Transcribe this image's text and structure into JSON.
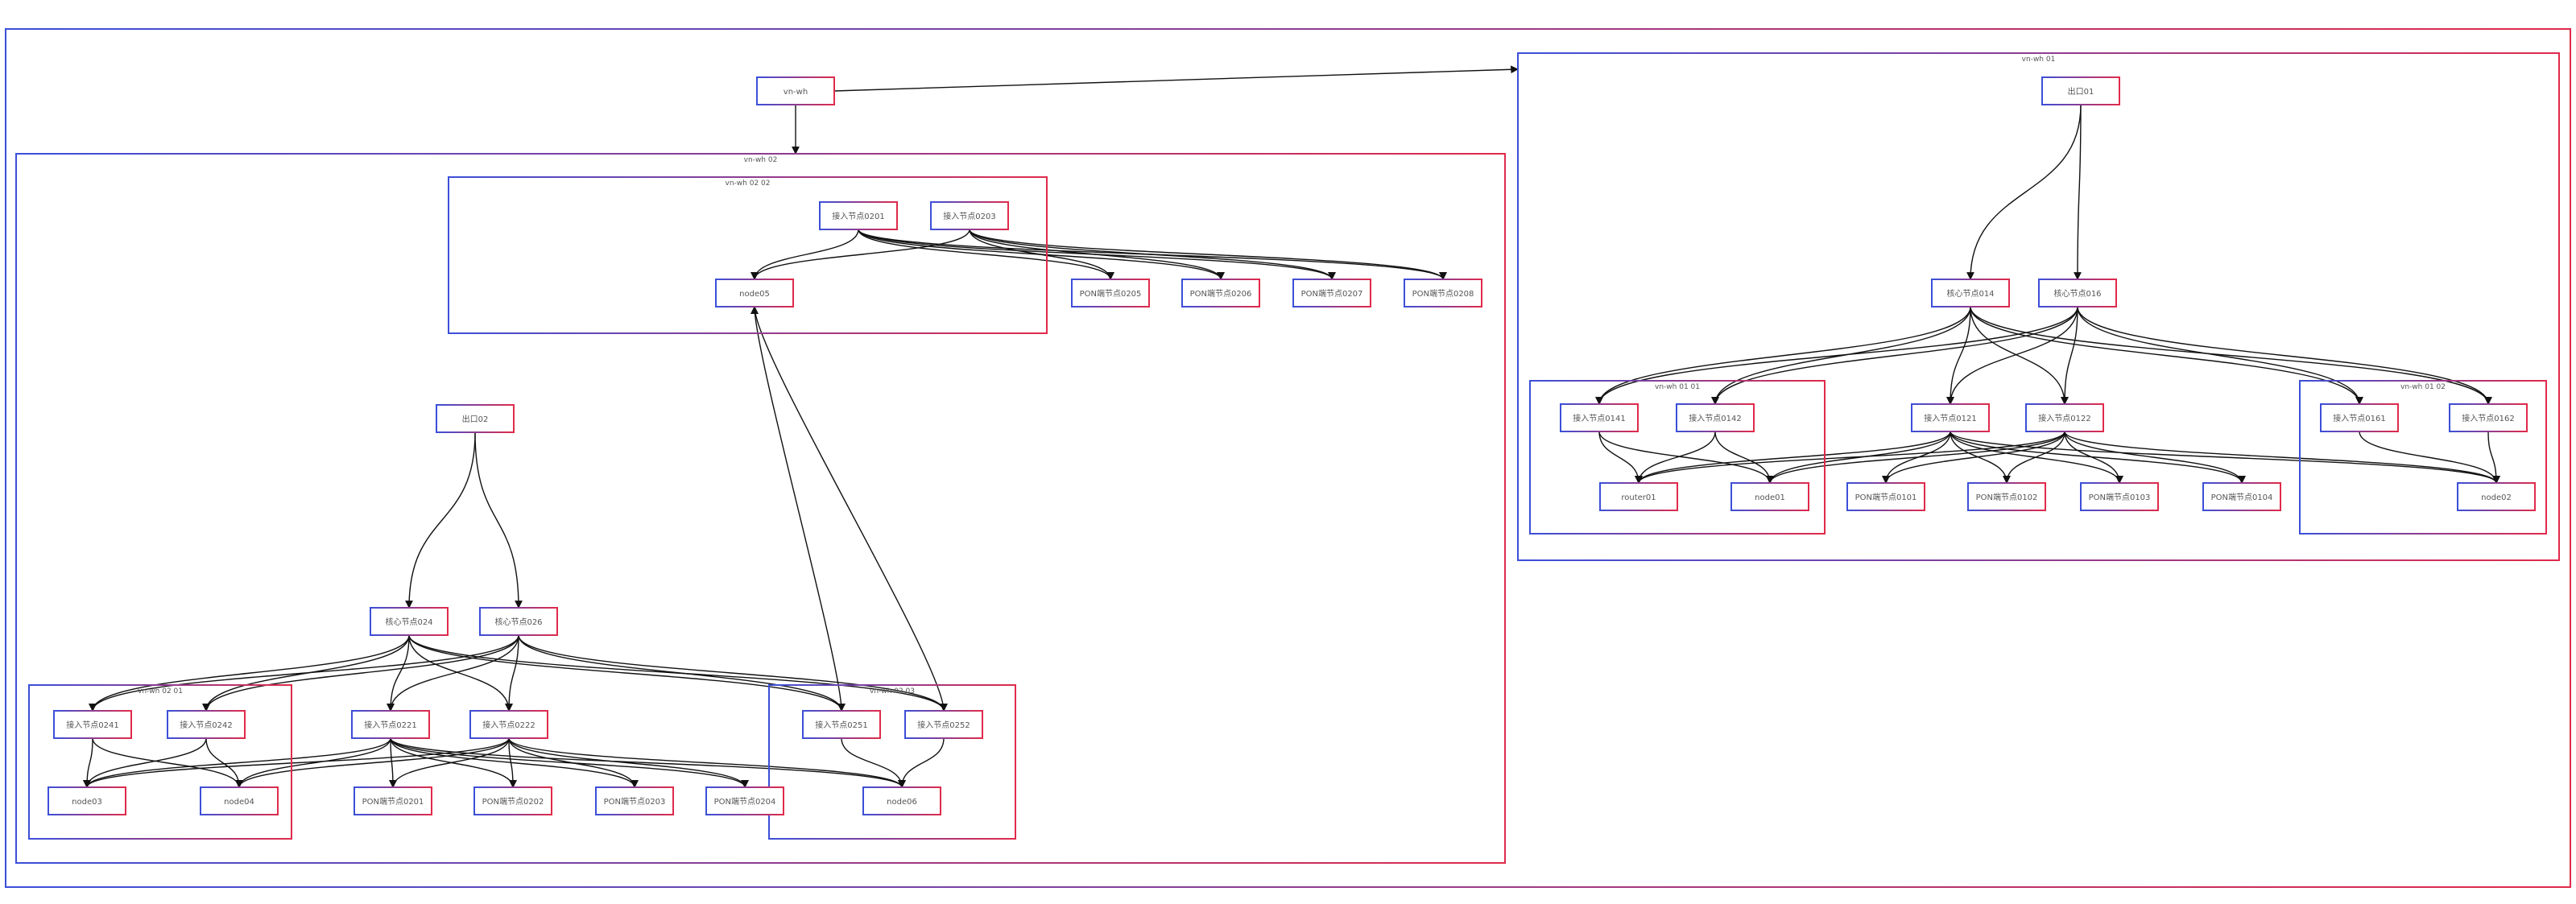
{
  "clusters": {
    "root": {
      "label": ""
    },
    "c01": {
      "label": "vn-wh 01"
    },
    "c01_01": {
      "label": "vn-wh 01 01"
    },
    "c01_02": {
      "label": "vn-wh 01 02"
    },
    "c02": {
      "label": "vn-wh 02"
    },
    "c02_02": {
      "label": "vn-wh 02 02"
    },
    "c02_01": {
      "label": "vn-wh 02 01"
    },
    "c02_03": {
      "label": "vn-wh 02 03"
    }
  },
  "nodes": {
    "vnwh": "vn-wh",
    "out01": "出口01",
    "core014": "核心节点014",
    "core016": "核心节点016",
    "acc0141": "接入节点0141",
    "acc0142": "接入节点0142",
    "acc0121": "接入节点0121",
    "acc0122": "接入节点0122",
    "acc0161": "接入节点0161",
    "acc0162": "接入节点0162",
    "router01": "router01",
    "node01": "node01",
    "pon0101": "PON端节点0101",
    "pon0102": "PON端节点0102",
    "pon0103": "PON端节点0103",
    "pon0104": "PON端节点0104",
    "node02": "node02",
    "acc0201": "接入节点0201",
    "acc0203": "接入节点0203",
    "node05": "node05",
    "pon0205": "PON端节点0205",
    "pon0206": "PON端节点0206",
    "pon0207": "PON端节点0207",
    "pon0208": "PON端节点0208",
    "out02": "出口02",
    "core024": "核心节点024",
    "core026": "核心节点026",
    "acc0241": "接入节点0241",
    "acc0242": "接入节点0242",
    "acc0221": "接入节点0221",
    "acc0222": "接入节点0222",
    "acc0251": "接入节点0251",
    "acc0252": "接入节点0252",
    "node03": "node03",
    "node04": "node04",
    "pon0201": "PON端节点0201",
    "pon0202": "PON端节点0202",
    "pon0203": "PON端节点0203",
    "pon0204": "PON端节点0204",
    "node06": "node06"
  },
  "edges": [
    [
      "vnwh",
      "c02"
    ],
    [
      "vnwh",
      "c01"
    ],
    [
      "out01",
      "core014"
    ],
    [
      "out01",
      "core016"
    ],
    [
      "core014",
      "acc0141"
    ],
    [
      "core014",
      "acc0142"
    ],
    [
      "core014",
      "acc0121"
    ],
    [
      "core014",
      "acc0122"
    ],
    [
      "core014",
      "acc0161"
    ],
    [
      "core014",
      "acc0162"
    ],
    [
      "core016",
      "acc0141"
    ],
    [
      "core016",
      "acc0142"
    ],
    [
      "core016",
      "acc0121"
    ],
    [
      "core016",
      "acc0122"
    ],
    [
      "core016",
      "acc0161"
    ],
    [
      "core016",
      "acc0162"
    ],
    [
      "acc0141",
      "router01"
    ],
    [
      "acc0141",
      "node01"
    ],
    [
      "acc0142",
      "router01"
    ],
    [
      "acc0142",
      "node01"
    ],
    [
      "acc0121",
      "router01"
    ],
    [
      "acc0121",
      "node01"
    ],
    [
      "acc0121",
      "pon0101"
    ],
    [
      "acc0121",
      "pon0102"
    ],
    [
      "acc0121",
      "pon0103"
    ],
    [
      "acc0121",
      "pon0104"
    ],
    [
      "acc0121",
      "node02"
    ],
    [
      "acc0122",
      "router01"
    ],
    [
      "acc0122",
      "node01"
    ],
    [
      "acc0122",
      "pon0101"
    ],
    [
      "acc0122",
      "pon0102"
    ],
    [
      "acc0122",
      "pon0103"
    ],
    [
      "acc0122",
      "pon0104"
    ],
    [
      "acc0122",
      "node02"
    ],
    [
      "acc0161",
      "node02"
    ],
    [
      "acc0162",
      "node02"
    ],
    [
      "acc0201",
      "node05"
    ],
    [
      "acc0201",
      "pon0205"
    ],
    [
      "acc0201",
      "pon0206"
    ],
    [
      "acc0201",
      "pon0207"
    ],
    [
      "acc0201",
      "pon0208"
    ],
    [
      "acc0203",
      "node05"
    ],
    [
      "acc0203",
      "pon0205"
    ],
    [
      "acc0203",
      "pon0206"
    ],
    [
      "acc0203",
      "pon0207"
    ],
    [
      "acc0203",
      "pon0208"
    ],
    [
      "out02",
      "core024"
    ],
    [
      "out02",
      "core026"
    ],
    [
      "core024",
      "acc0241"
    ],
    [
      "core024",
      "acc0242"
    ],
    [
      "core024",
      "acc0221"
    ],
    [
      "core024",
      "acc0222"
    ],
    [
      "core024",
      "acc0251"
    ],
    [
      "core024",
      "acc0252"
    ],
    [
      "core026",
      "acc0241"
    ],
    [
      "core026",
      "acc0242"
    ],
    [
      "core026",
      "acc0221"
    ],
    [
      "core026",
      "acc0222"
    ],
    [
      "core026",
      "acc0251"
    ],
    [
      "core026",
      "acc0252"
    ],
    [
      "acc0241",
      "node03"
    ],
    [
      "acc0241",
      "node04"
    ],
    [
      "acc0242",
      "node03"
    ],
    [
      "acc0242",
      "node04"
    ],
    [
      "acc0221",
      "node03"
    ],
    [
      "acc0221",
      "node04"
    ],
    [
      "acc0221",
      "pon0201"
    ],
    [
      "acc0221",
      "pon0202"
    ],
    [
      "acc0221",
      "pon0203"
    ],
    [
      "acc0221",
      "pon0204"
    ],
    [
      "acc0221",
      "node06"
    ],
    [
      "acc0222",
      "node03"
    ],
    [
      "acc0222",
      "node04"
    ],
    [
      "acc0222",
      "pon0201"
    ],
    [
      "acc0222",
      "pon0202"
    ],
    [
      "acc0222",
      "pon0203"
    ],
    [
      "acc0222",
      "pon0204"
    ],
    [
      "acc0222",
      "node06"
    ],
    [
      "acc0251",
      "node06"
    ],
    [
      "acc0252",
      "node06"
    ],
    [
      "acc0251",
      "node05"
    ],
    [
      "acc0252",
      "node05"
    ]
  ],
  "colors": {
    "blue": "#3b4fd9",
    "red": "#e02a4a",
    "edge": "#111111",
    "text": "#555555"
  }
}
